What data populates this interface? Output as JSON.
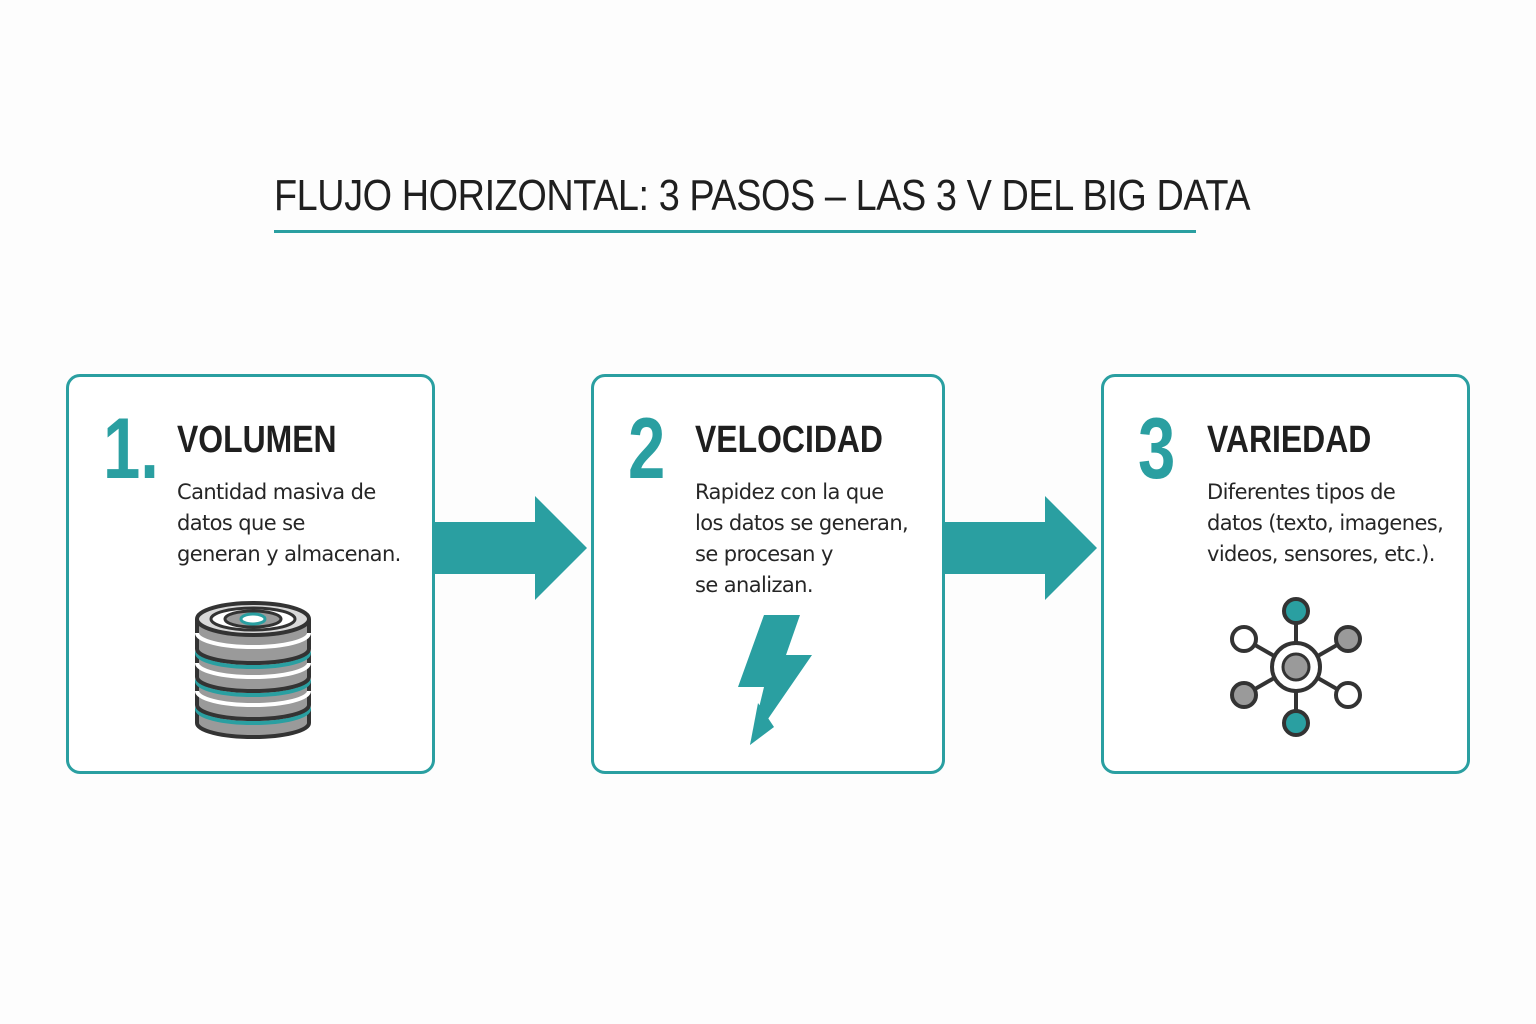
{
  "title": "FLUJO HORIZONTAL: 3 PASOS – LAS 3 V DEL BIG DATA",
  "colors": {
    "accent": "#2a9fa1",
    "text": "#1f1f1f",
    "gray": "#9a9a9a",
    "dark": "#333333"
  },
  "steps": [
    {
      "number": "1.",
      "title": "VOLUMEN",
      "description_lines": [
        "Cantidad masiva de",
        "datos que se",
        "generan y almacenan."
      ],
      "icon": "database-icon"
    },
    {
      "number": "2",
      "title": "VELOCIDAD",
      "description_lines": [
        "Rapidez con la que",
        "los datos se generan,",
        "se procesan y",
        "se analizan."
      ],
      "icon": "lightning-bolt-icon"
    },
    {
      "number": "3",
      "title": "VARIEDAD",
      "description_lines": [
        "Diferentes tipos de",
        "datos (texto, imagenes,",
        "videos, sensores, etc.)."
      ],
      "icon": "network-icon"
    }
  ],
  "connectors": [
    "arrow-right-icon",
    "arrow-right-icon"
  ]
}
